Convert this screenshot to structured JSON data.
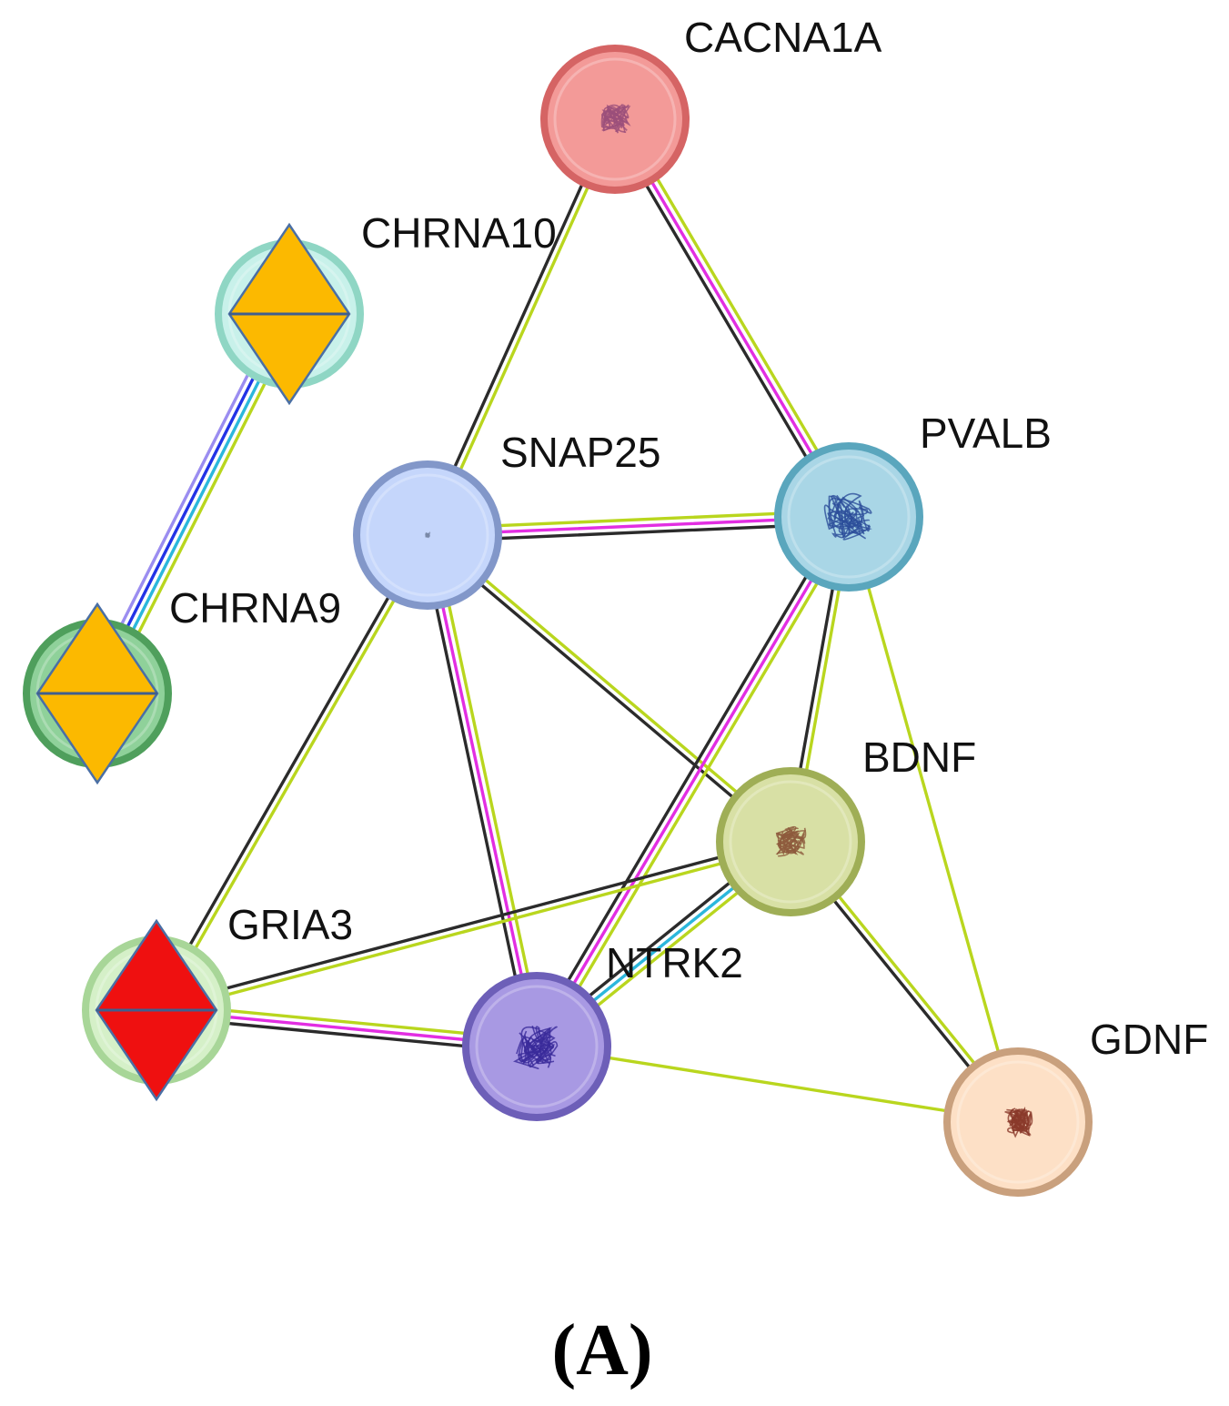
{
  "panel_label": "(A)",
  "edge_colors": {
    "black": "#2b2b2b",
    "yellow_green": "#b9d61e",
    "magenta": "#e22ee2",
    "cyan": "#2bb7dc",
    "blue": "#2233e6",
    "lavender": "#9b8df0"
  },
  "nodes": [
    {
      "id": "CACNA1A",
      "label": "CACNA1A",
      "shape": "circle",
      "fill": "#f39a98",
      "stroke": "#d56464",
      "inner": "#9b4f7a"
    },
    {
      "id": "CHRNA10",
      "label": "CHRNA10",
      "shape": "circle-diamond",
      "fill": "#c8f1ea",
      "stroke": "#8fd6c4",
      "diamond": "#fcb900"
    },
    {
      "id": "CHRNA9",
      "label": "CHRNA9",
      "shape": "circle-diamond",
      "fill": "#8fd19a",
      "stroke": "#4f9f5c",
      "diamond": "#fcb900"
    },
    {
      "id": "SNAP25",
      "label": "SNAP25",
      "shape": "circle",
      "fill": "#c5d6fb",
      "stroke": "#8297c9",
      "inner": "#7a8aa8"
    },
    {
      "id": "PVALB",
      "label": "PVALB",
      "shape": "circle",
      "fill": "#a9d6e6",
      "stroke": "#5aa6bd",
      "inner": "#2c4e9a"
    },
    {
      "id": "BDNF",
      "label": "BDNF",
      "shape": "circle",
      "fill": "#d8e0a5",
      "stroke": "#9fae56",
      "inner": "#8d5a3c"
    },
    {
      "id": "GRIA3",
      "label": "GRIA3",
      "shape": "circle-diamond",
      "fill": "#d5f0c8",
      "stroke": "#a8d698",
      "diamond": "#ef1010"
    },
    {
      "id": "NTRK2",
      "label": "NTRK2",
      "shape": "circle",
      "fill": "#a899e3",
      "stroke": "#6d5fb8",
      "inner": "#3a2a9a"
    },
    {
      "id": "GDNF",
      "label": "GDNF",
      "shape": "circle",
      "fill": "#fde0c6",
      "stroke": "#c9a07d",
      "inner": "#8a3a2a"
    }
  ],
  "edges": [
    {
      "source": "CACNA1A",
      "target": "SNAP25",
      "colors": [
        "yellow_green",
        "black"
      ]
    },
    {
      "source": "CACNA1A",
      "target": "PVALB",
      "colors": [
        "yellow_green",
        "magenta",
        "black"
      ]
    },
    {
      "source": "CHRNA10",
      "target": "CHRNA9",
      "colors": [
        "yellow_green",
        "cyan",
        "blue",
        "lavender"
      ]
    },
    {
      "source": "SNAP25",
      "target": "PVALB",
      "colors": [
        "yellow_green",
        "magenta",
        "black"
      ]
    },
    {
      "source": "SNAP25",
      "target": "BDNF",
      "colors": [
        "yellow_green",
        "black"
      ]
    },
    {
      "source": "SNAP25",
      "target": "GRIA3",
      "colors": [
        "yellow_green",
        "black"
      ]
    },
    {
      "source": "SNAP25",
      "target": "NTRK2",
      "colors": [
        "yellow_green",
        "magenta",
        "black"
      ]
    },
    {
      "source": "PVALB",
      "target": "NTRK2",
      "colors": [
        "yellow_green",
        "magenta",
        "black"
      ]
    },
    {
      "source": "PVALB",
      "target": "BDNF",
      "colors": [
        "yellow_green",
        "black"
      ]
    },
    {
      "source": "PVALB",
      "target": "GDNF",
      "colors": [
        "yellow_green"
      ]
    },
    {
      "source": "BDNF",
      "target": "GRIA3",
      "colors": [
        "yellow_green",
        "black"
      ]
    },
    {
      "source": "BDNF",
      "target": "NTRK2",
      "colors": [
        "yellow_green",
        "cyan",
        "black"
      ]
    },
    {
      "source": "BDNF",
      "target": "GDNF",
      "colors": [
        "yellow_green",
        "black"
      ]
    },
    {
      "source": "GRIA3",
      "target": "NTRK2",
      "colors": [
        "yellow_green",
        "magenta",
        "black"
      ]
    },
    {
      "source": "NTRK2",
      "target": "GDNF",
      "colors": [
        "yellow_green"
      ]
    }
  ]
}
